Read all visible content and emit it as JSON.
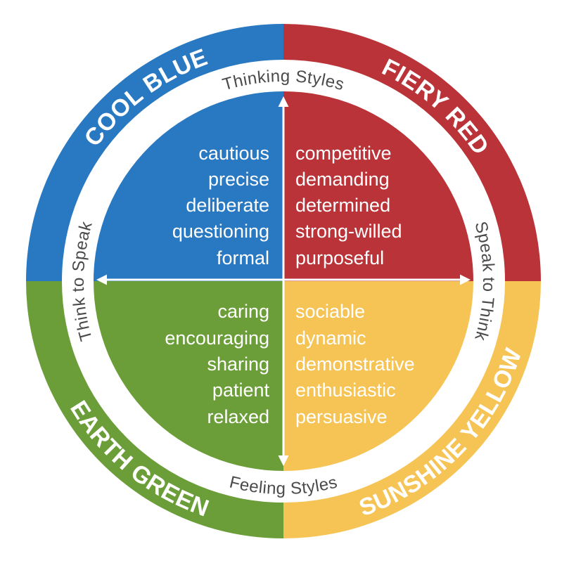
{
  "colors": {
    "blue": "#2878c2",
    "red": "#b93338",
    "green": "#6b9e38",
    "yellow": "#f6c455",
    "ring_text": "#4a4a4a"
  },
  "quadrants": {
    "blue": {
      "title": "COOL BLUE",
      "words": [
        "cautious",
        "precise",
        "deliberate",
        "questioning",
        "formal"
      ]
    },
    "red": {
      "title": "FIERY RED",
      "words": [
        "competitive",
        "demanding",
        "determined",
        "strong-willed",
        "purposeful"
      ]
    },
    "green": {
      "title": "EARTH GREEN",
      "words": [
        "caring",
        "encouraging",
        "sharing",
        "patient",
        "relaxed"
      ]
    },
    "yellow": {
      "title": "SUNSHINE YELLOW",
      "words": [
        "sociable",
        "dynamic",
        "demonstrative",
        "enthusiastic",
        "persuasive"
      ]
    }
  },
  "axes": {
    "top": "Thinking Styles",
    "bottom": "Feeling Styles",
    "left": "Think to Speak",
    "right": "Speak to Think"
  }
}
